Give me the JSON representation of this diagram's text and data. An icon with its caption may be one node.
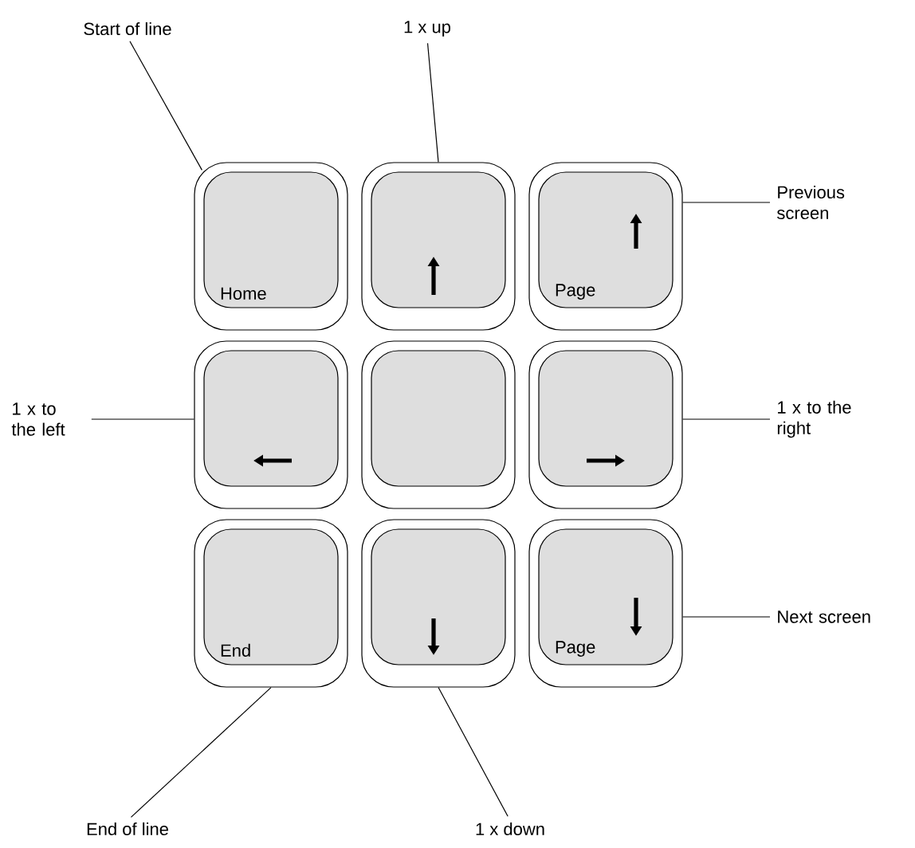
{
  "diagram": {
    "nodes": [
      {
        "text": [
          "Home"
        ]
      },
      {
        "text": [],
        "shape": "box"
      },
      {
        "text": [
          "Page"
        ]
      },
      {
        "text": [],
        "shape": "box"
      },
      {
        "text": [],
        "shape": "box"
      },
      {
        "text": [],
        "shape": "box"
      },
      {
        "text": [
          "End"
        ]
      },
      {
        "text": [],
        "shape": "box"
      },
      {
        "text": [
          "Page"
        ]
      },
      {
        "text": [
          "Start of line"
        ]
      },
      {
        "text": [
          "1 x up"
        ]
      },
      {
        "text": [
          "Previous screen"
        ]
      },
      {
        "text": [
          "1 x to the left"
        ]
      },
      {
        "text": [
          "1 x to the right"
        ]
      },
      {
        "text": [
          "Next screen"
        ]
      },
      {
        "text": [
          "End of line"
        ]
      },
      {
        "text": [
          "1 x down"
        ]
      }
    ],
    "edges": [
      {
        "from": 9,
        "to": 0,
        "arrow": "none"
      },
      {
        "from": 10,
        "to": 1,
        "arrow": "none"
      },
      {
        "from": 11,
        "to": 2,
        "arrow": "none"
      },
      {
        "from": 12,
        "to": 3,
        "arrow": "none"
      },
      {
        "from": 13,
        "to": 5,
        "arrow": "none"
      },
      {
        "from": 14,
        "to": 8,
        "arrow": "none"
      },
      {
        "from": 15,
        "to": 6,
        "arrow": "none"
      },
      {
        "from": 16,
        "to": 7,
        "arrow": "none"
      }
    ]
  }
}
